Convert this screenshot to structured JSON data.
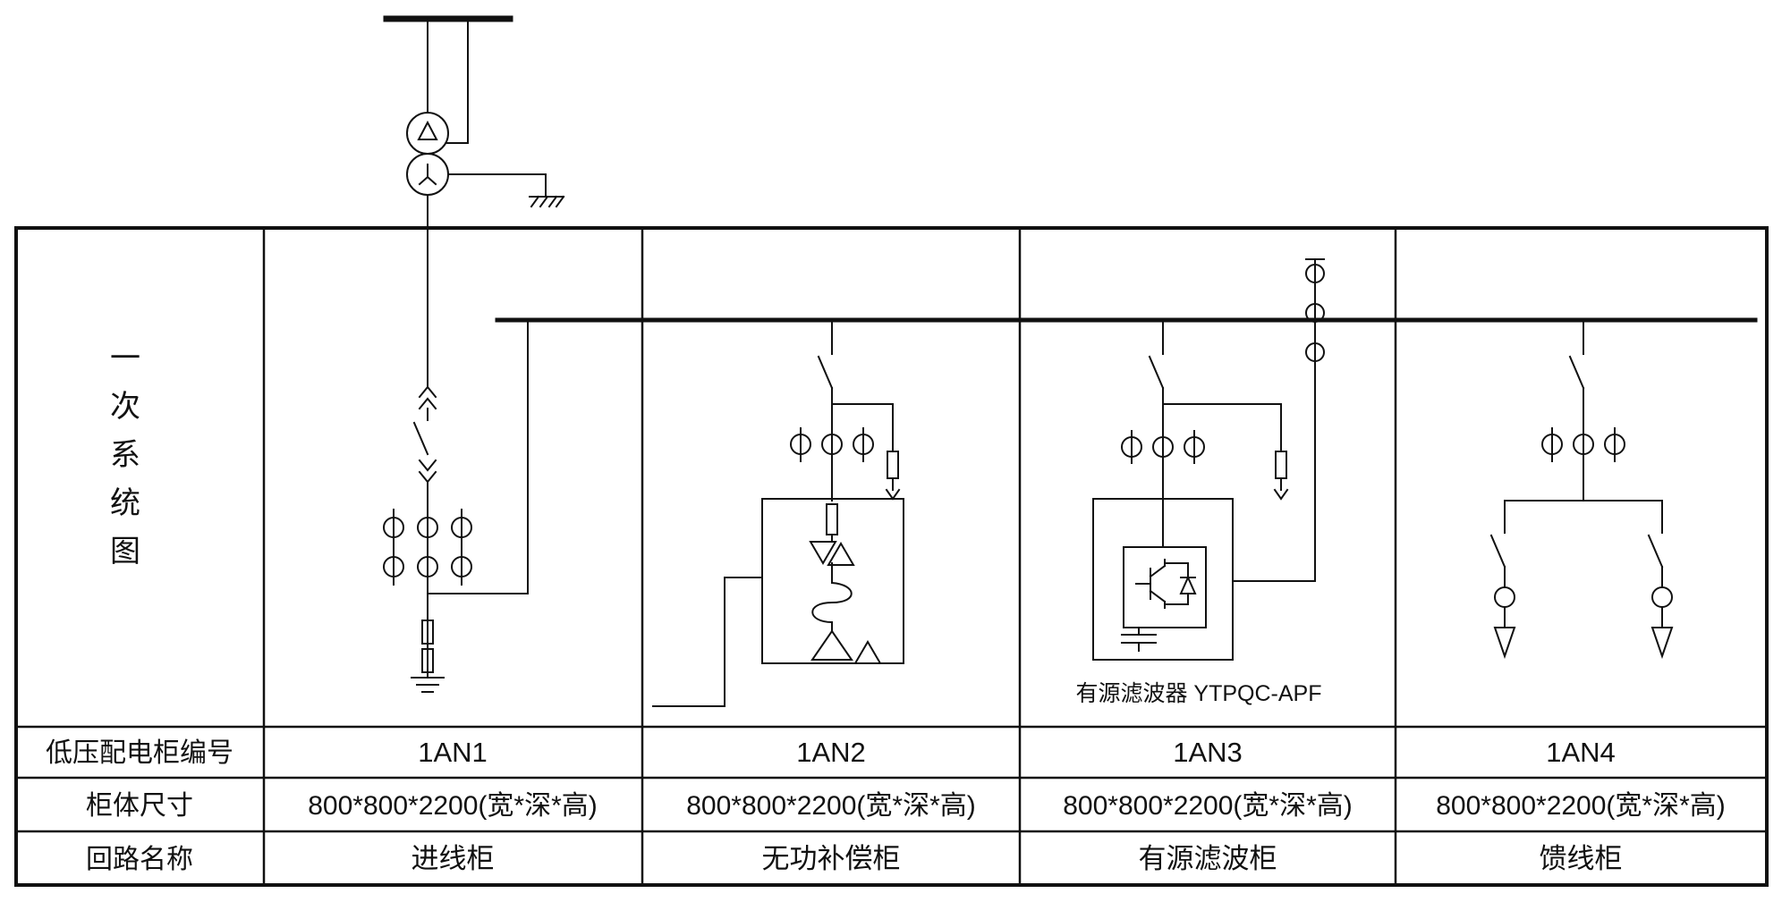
{
  "sheet": {
    "side_label": "一次系统图",
    "side_label_chars": [
      "一",
      "次",
      "系",
      "统",
      "图"
    ],
    "apf_label": "有源滤波器 YTPQC-APF"
  },
  "table": {
    "row_labels": {
      "cabinet_number": "低压配电柜编号",
      "cabinet_size": "柜体尺寸",
      "circuit_name": "回路名称"
    },
    "columns": [
      {
        "number": "1AN1",
        "size": "800*800*2200(宽*深*高)",
        "name": "进线柜"
      },
      {
        "number": "1AN2",
        "size": "800*800*2200(宽*深*高)",
        "name": "无功补偿柜"
      },
      {
        "number": "1AN3",
        "size": "800*800*2200(宽*深*高)",
        "name": "有源滤波柜"
      },
      {
        "number": "1AN4",
        "size": "800*800*2200(宽*深*高)",
        "name": "馈线柜"
      }
    ]
  },
  "colors": {
    "ink": "#111111",
    "background": "#ffffff"
  }
}
